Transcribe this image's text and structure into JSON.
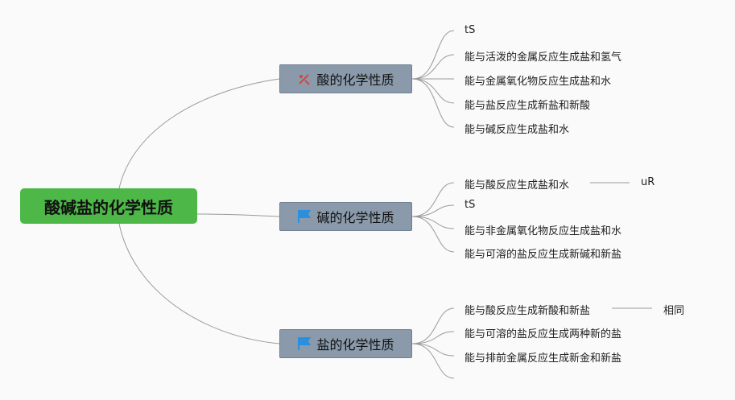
{
  "root": {
    "label": "酸碱盐的化学性质"
  },
  "branches": [
    {
      "label": "酸的化学性质",
      "icon": "tools-icon",
      "items": [
        {
          "label": "tS"
        },
        {
          "label": "能与活泼的金属反应生成盐和氢气"
        },
        {
          "label": "能与金属氧化物反应生成盐和水"
        },
        {
          "label": "能与盐反应生成新盐和新酸"
        },
        {
          "label": "能与碱反应生成盐和水"
        }
      ]
    },
    {
      "label": "碱的化学性质",
      "icon": "flag-icon",
      "items": [
        {
          "label": "能与酸反应生成盐和水",
          "sub": "uR"
        },
        {
          "label": "tS"
        },
        {
          "label": "能与非金属氧化物反应生成盐和水"
        },
        {
          "label": "能与可溶的盐反应生成新碱和新盐"
        }
      ]
    },
    {
      "label": "盐的化学性质",
      "icon": "flag-icon",
      "items": [
        {
          "label": "能与酸反应生成新酸和新盐",
          "sub": "相同"
        },
        {
          "label": "能与可溶的盐反应生成两种新的盐"
        },
        {
          "label": "能与排前金属反应生成新金和新盐"
        },
        {
          "label": ""
        }
      ]
    }
  ],
  "colors": {
    "root": "#4db748",
    "branch": "#8a9aab",
    "line": "#9a9a9a",
    "flag": "#2b8fe0",
    "tools": "#d9433a"
  }
}
